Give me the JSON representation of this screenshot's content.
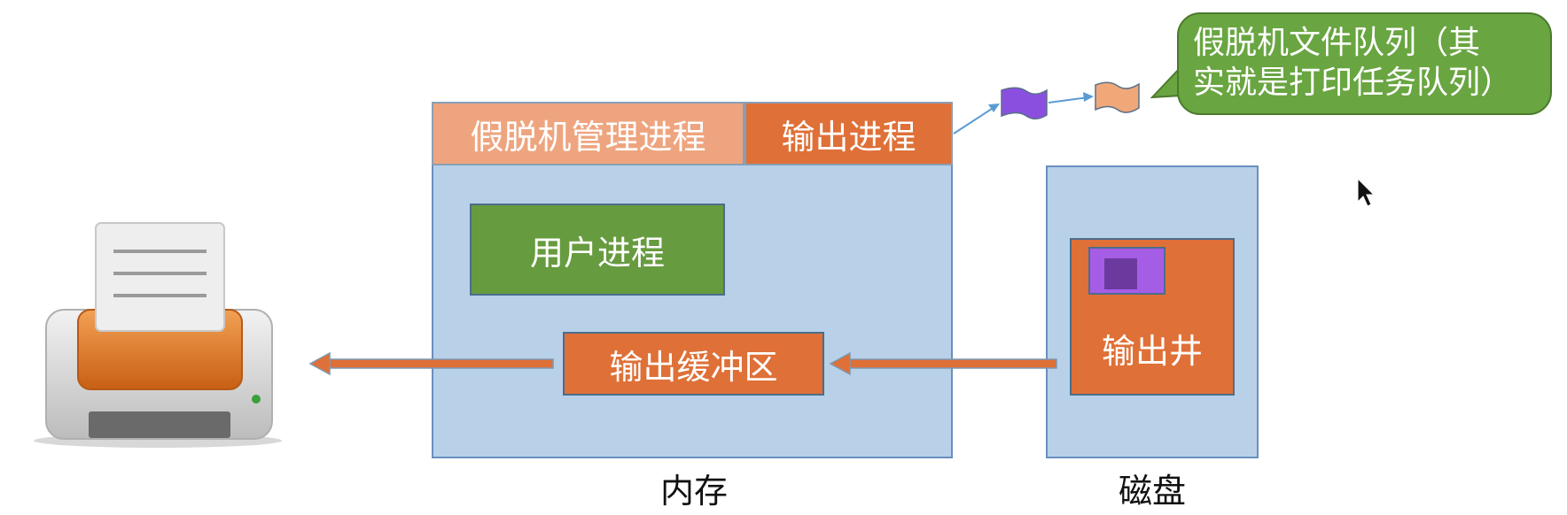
{
  "memory": {
    "caption": "内存",
    "spool_manager": "假脱机管理进程",
    "output_process": "输出进程",
    "user_process": "用户进程",
    "output_buffer": "输出缓冲区"
  },
  "disk": {
    "caption": "磁盘",
    "output_well": "输出井"
  },
  "callout": {
    "line1": "假脱机文件队列（其",
    "line2": "实就是打印任务队列）"
  },
  "colors": {
    "memory_fill": "#b8d1e8",
    "spool_manager_fill": "#eea57f",
    "output_fill": "#df7037",
    "user_process_fill": "#679b3f",
    "callout_fill": "#69a541",
    "flag_1": "#8b4fe0",
    "flag_2": "#f0a878",
    "arrow": "#df7037",
    "connector": "#5b9bd5"
  },
  "icons": [
    "printer-icon",
    "queue-flag-icon",
    "cursor-icon"
  ]
}
